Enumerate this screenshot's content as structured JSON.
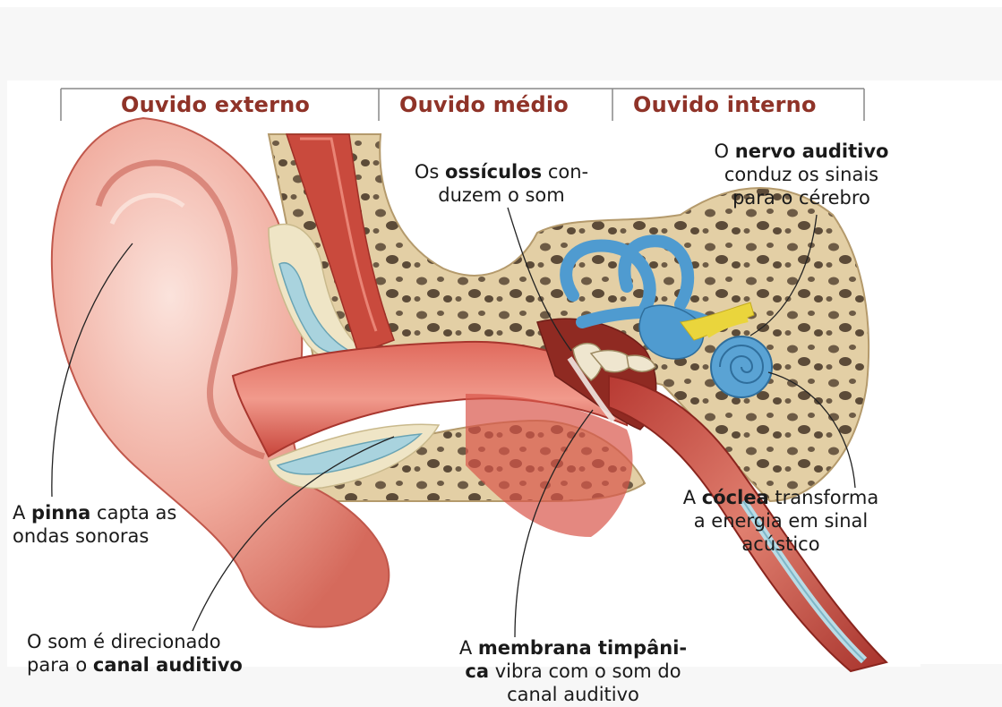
{
  "sections": {
    "outer": "Ouvido externo",
    "middle": "Ouvido médio",
    "inner": "Ouvido interno"
  },
  "labels": {
    "pinna": {
      "pre": "A ",
      "bold": "pinna",
      "post": " capta as",
      "line2": "ondas sonoras"
    },
    "canal": {
      "line1": "O som é direcionado",
      "pre": "para o ",
      "bold": "canal auditivo"
    },
    "ossicles": {
      "pre": "Os ",
      "bold": "ossículos",
      "post": " con-",
      "line2": "duzem o som"
    },
    "nerve": {
      "pre": "O ",
      "bold": "nervo auditivo",
      "line2": "conduz os sinais",
      "line3": "para o cérebro"
    },
    "cochlea": {
      "pre": "A ",
      "bold": "cóclea",
      "post": " transforma",
      "line2": "a energia em sinal",
      "line3": "acústico"
    },
    "tympanic": {
      "pre": "A ",
      "bold": "membrana timpâni-",
      "bold2": "ca",
      "post": " vibra com o som do",
      "line3": "canal auditivo"
    }
  },
  "colors": {
    "header_text": "#8f3328",
    "skin": "#ec9f93",
    "flesh": "#d9534a",
    "bone": "#e3cfa5",
    "inner_ear": "#4f9bd0",
    "nerve": "#ead53c"
  }
}
